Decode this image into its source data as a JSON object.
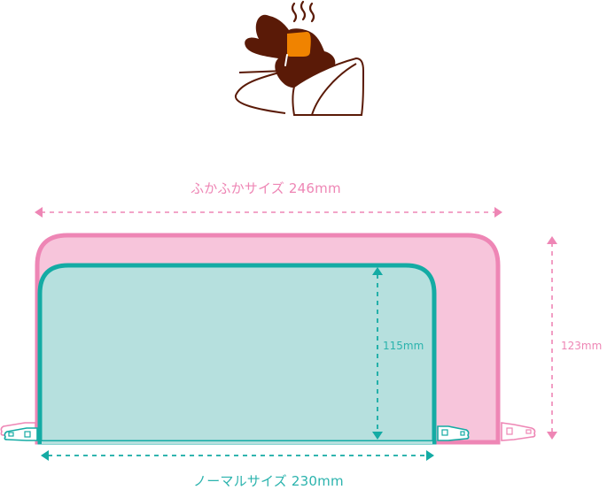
{
  "diagram": {
    "illustration": "rabbit-resting-on-pillow-with-hot-towel",
    "fluffy_size": {
      "label": "ふかふかサイズ 246mm",
      "width": "246mm",
      "height": "123mm",
      "color_fill": "#f7c5db",
      "color_stroke": "#ee86b5"
    },
    "normal_size": {
      "label": "ノーマルサイズ 230mm",
      "width": "230mm",
      "height": "115mm",
      "color_fill": "#b6e0de",
      "color_stroke": "#14aba4"
    },
    "colors": {
      "illustration_brown": "#5a1a07",
      "towel_orange": "#f08300",
      "pink_label": "#ee86b5",
      "teal_label": "#2bb3ad"
    }
  }
}
